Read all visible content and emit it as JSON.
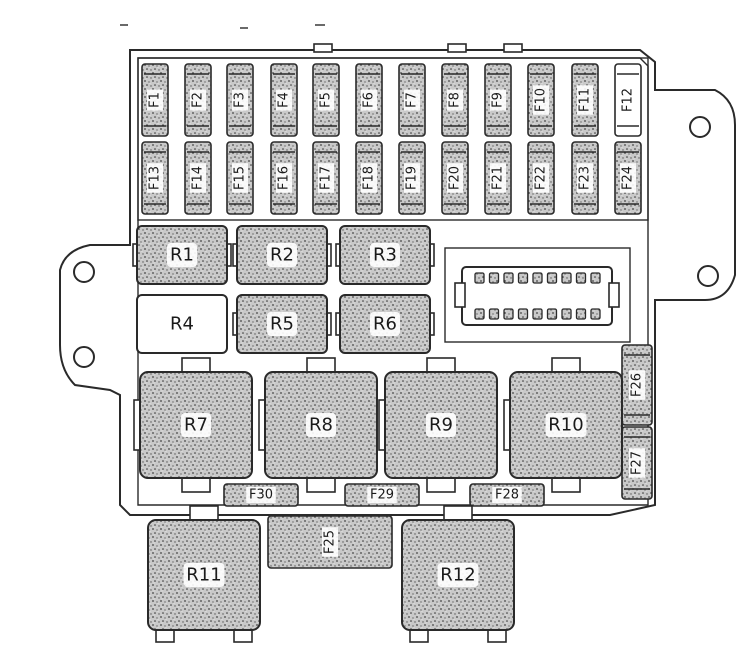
{
  "fuses": [
    {
      "id": "F1",
      "label": "F1"
    },
    {
      "id": "F2",
      "label": "F2"
    },
    {
      "id": "F3",
      "label": "F3"
    },
    {
      "id": "F4",
      "label": "F4"
    },
    {
      "id": "F5",
      "label": "F5"
    },
    {
      "id": "F6",
      "label": "F6"
    },
    {
      "id": "F7",
      "label": "F7"
    },
    {
      "id": "F8",
      "label": "F8"
    },
    {
      "id": "F9",
      "label": "F9"
    },
    {
      "id": "F10",
      "label": "F10"
    },
    {
      "id": "F11",
      "label": "F11"
    },
    {
      "id": "F12",
      "label": "F12"
    },
    {
      "id": "F13",
      "label": "F13"
    },
    {
      "id": "F14",
      "label": "F14"
    },
    {
      "id": "F15",
      "label": "F15"
    },
    {
      "id": "F16",
      "label": "F16"
    },
    {
      "id": "F17",
      "label": "F17"
    },
    {
      "id": "F18",
      "label": "F18"
    },
    {
      "id": "F19",
      "label": "F19"
    },
    {
      "id": "F20",
      "label": "F20"
    },
    {
      "id": "F21",
      "label": "F21"
    },
    {
      "id": "F22",
      "label": "F22"
    },
    {
      "id": "F23",
      "label": "F23"
    },
    {
      "id": "F24",
      "label": "F24"
    },
    {
      "id": "F25",
      "label": "F25"
    },
    {
      "id": "F26",
      "label": "F26"
    },
    {
      "id": "F27",
      "label": "F27"
    },
    {
      "id": "F28",
      "label": "F28"
    },
    {
      "id": "F29",
      "label": "F29"
    },
    {
      "id": "F30",
      "label": "F30"
    }
  ],
  "relays": [
    {
      "id": "R1",
      "label": "R1"
    },
    {
      "id": "R2",
      "label": "R2"
    },
    {
      "id": "R3",
      "label": "R3"
    },
    {
      "id": "R4",
      "label": "R4"
    },
    {
      "id": "R5",
      "label": "R5"
    },
    {
      "id": "R6",
      "label": "R6"
    },
    {
      "id": "R7",
      "label": "R7"
    },
    {
      "id": "R8",
      "label": "R8"
    },
    {
      "id": "R9",
      "label": "R9"
    },
    {
      "id": "R10",
      "label": "R10"
    },
    {
      "id": "R11",
      "label": "R11"
    },
    {
      "id": "R12",
      "label": "R12"
    }
  ]
}
